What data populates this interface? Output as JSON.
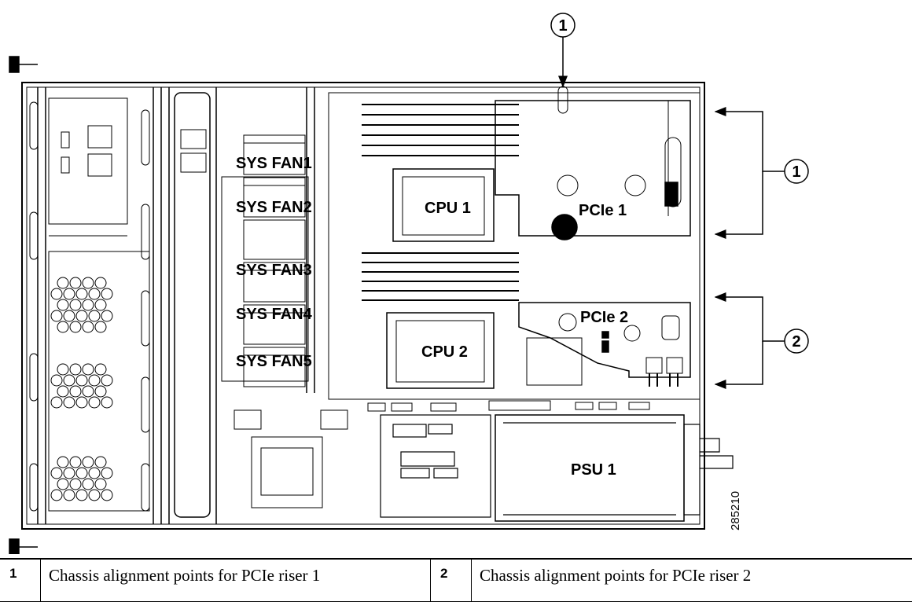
{
  "diagram": {
    "labels": {
      "sys_fan1": "SYS FAN1",
      "sys_fan2": "SYS FAN2",
      "sys_fan3": "SYS FAN3",
      "sys_fan4": "SYS FAN4",
      "sys_fan5": "SYS FAN5",
      "cpu1": "CPU 1",
      "cpu2": "CPU 2",
      "pcie1": "PCIe 1",
      "pcie2": "PCIe 2",
      "psu1": "PSU 1"
    },
    "callouts": {
      "top": "1",
      "right_upper": "1",
      "right_lower": "2"
    },
    "figure_id": "285210"
  },
  "legend": {
    "rows": [
      {
        "num1": "1",
        "text1": "Chassis alignment points for PCIe riser 1",
        "num2": "2",
        "text2": "Chassis alignment points for PCIe riser 2"
      }
    ]
  }
}
